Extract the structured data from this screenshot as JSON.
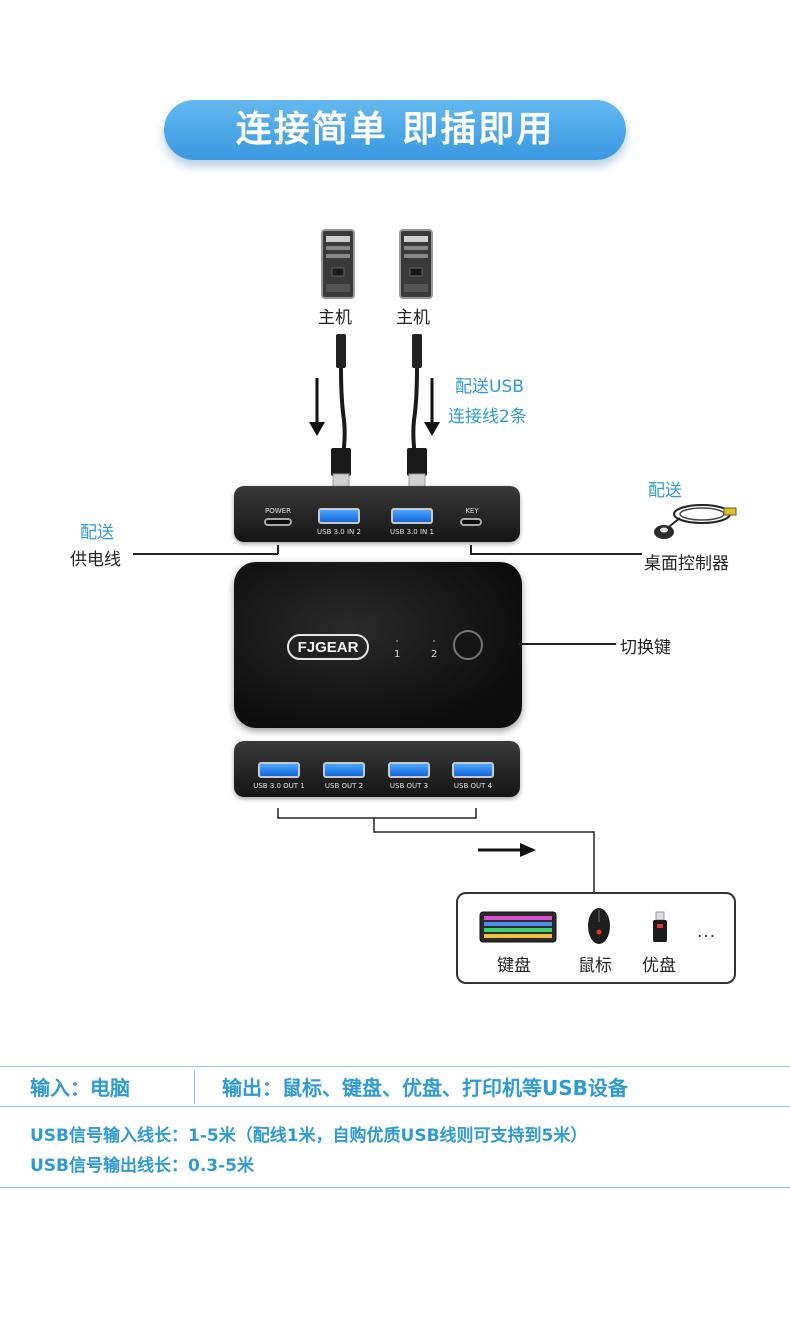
{
  "title": "连接简单 即插即用",
  "labels": {
    "host1": "主机",
    "host2": "主机",
    "cable_note_line1": "配送USB",
    "cable_note_line2": "连接线2条",
    "power_note_top": "配送",
    "power_note_bottom": "供电线",
    "desk_note_top": "配送",
    "desk_note_bottom": "桌面控制器",
    "switch_key": "切换键"
  },
  "top_module": {
    "power_label": "POWER",
    "in2_label": "USB 3.0 IN 2",
    "in1_label": "USB 3.0 IN 1",
    "key_label": "KEY"
  },
  "main_unit": {
    "brand": "FJGEAR",
    "led1": "1",
    "led2": "2"
  },
  "bottom_module": {
    "out1": "USB 3.0 OUT 1",
    "out2": "USB OUT 2",
    "out3": "USB OUT 3",
    "out4": "USB OUT 4"
  },
  "devices": {
    "keyboard": "键盘",
    "mouse": "鼠标",
    "udisk": "优盘",
    "more": "..."
  },
  "specs": {
    "input": "输入：电脑",
    "output": "输出：鼠标、键盘、优盘、打印机等USB设备",
    "line1": "USB信号输入线长：1-5米（配线1米，自购优质USB线则可支持到5米）",
    "line2": "USB信号输出线长：0.3-5米"
  },
  "colors": {
    "accent": "#2f9ad6",
    "pill": "#4aa6e8"
  }
}
